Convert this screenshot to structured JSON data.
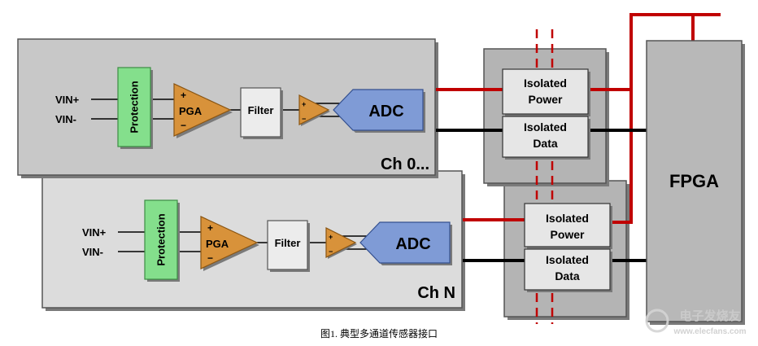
{
  "colors": {
    "channel_front": "#c8c8c8",
    "channel_back": "#dcdcdc",
    "protection": "#84df8c",
    "amplifier": "#d8923a",
    "filter": "#ececec",
    "adc": "#7f9bd6",
    "isolation_block": "#b4b4b4",
    "isolated_cell": "#e6e6e6",
    "fpga": "#b8b8b8",
    "power_line": "#c00000",
    "data_line": "#000000"
  },
  "channels": [
    {
      "label": "Ch 0...",
      "vin_plus": "VIN+",
      "vin_minus": "VIN-",
      "protection": "Protection",
      "pga": "PGA",
      "pga_plus": "+",
      "pga_minus": "−",
      "filter": "Filter",
      "buffer_plus": "+",
      "buffer_minus": "−",
      "adc": "ADC"
    },
    {
      "label": "Ch N",
      "vin_plus": "VIN+",
      "vin_minus": "VIN-",
      "protection": "Protection",
      "pga": "PGA",
      "pga_plus": "+",
      "pga_minus": "−",
      "filter": "Filter",
      "buffer_plus": "+",
      "buffer_minus": "−",
      "adc": "ADC"
    }
  ],
  "isolation": [
    {
      "power_line1": "Isolated",
      "power_line2": "Power",
      "data_line1": "Isolated",
      "data_line2": "Data"
    },
    {
      "power_line1": "Isolated",
      "power_line2": "Power",
      "data_line1": "Isolated",
      "data_line2": "Data"
    }
  ],
  "fpga": "FPGA",
  "caption": "图1. 典型多通道传感器接口",
  "watermark": {
    "brand": "电子发烧友",
    "url": "www.elecfans.com"
  }
}
